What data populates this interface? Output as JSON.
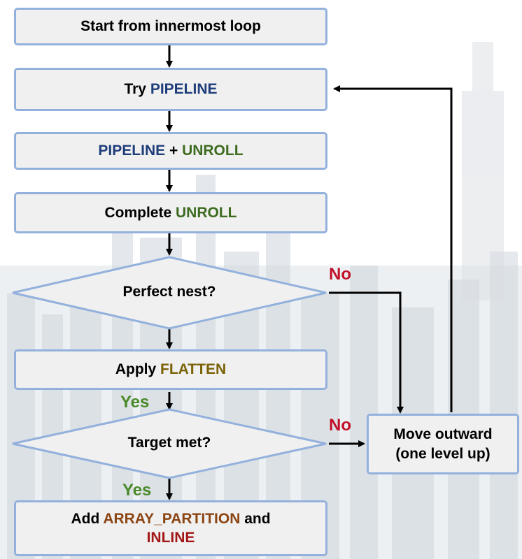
{
  "flowchart": {
    "start": {
      "text": "Start from innermost loop"
    },
    "try_pipeline": {
      "prefix": "Try ",
      "keyword": "PIPELINE"
    },
    "pipeline_unroll": {
      "kw1": "PIPELINE",
      "mid": " + ",
      "kw2": "UNROLL"
    },
    "complete_unroll": {
      "prefix": "Complete ",
      "keyword": "UNROLL"
    },
    "perfect_nest": {
      "text": "Perfect nest?"
    },
    "apply_flatten": {
      "prefix": "Apply ",
      "keyword": "FLATTEN"
    },
    "target_met": {
      "text": "Target met?"
    },
    "move_outward": {
      "line1": "Move outward",
      "line2": "(one level up)"
    },
    "final": {
      "prefix": "Add ",
      "kw1": "ARRAY_PARTITION",
      "mid": " and",
      "kw2": "INLINE"
    },
    "edge_labels": {
      "perfect_nest_no": "No",
      "perfect_nest_yes": "Yes",
      "target_no": "No",
      "target_yes": "Yes"
    }
  },
  "colors": {
    "box_fill": "#f0f0f0",
    "box_border": "#93b1dc",
    "pipeline": "#1f3d7a",
    "unroll": "#3d6b1f",
    "flatten": "#7a6206",
    "array_partition": "#8b4513",
    "inline": "#a31616",
    "no_label": "#c0102a",
    "yes_label": "#4a8a2a"
  }
}
